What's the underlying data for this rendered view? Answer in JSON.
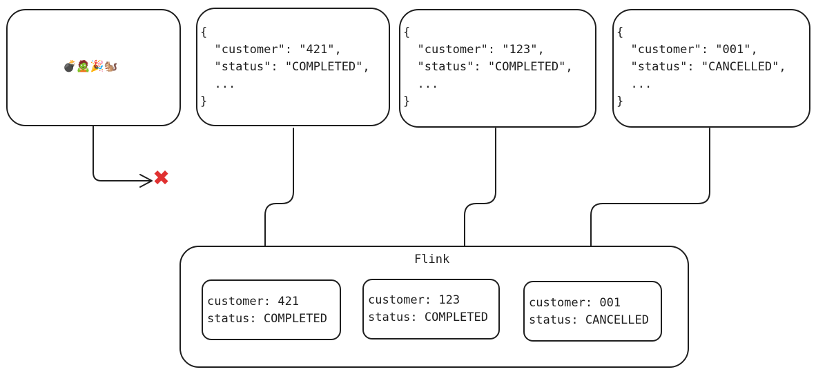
{
  "poison_message": {
    "emoji": "💣🧟🎉🐿️"
  },
  "messages": [
    {
      "open": "{",
      "customer_line": "  \"customer\": \"421\",",
      "status_line": "  \"status\": \"COMPLETED\",",
      "ellipsis": "  ...",
      "close": "}"
    },
    {
      "open": "{",
      "customer_line": "  \"customer\": \"123\",",
      "status_line": "  \"status\": \"COMPLETED\",",
      "ellipsis": "  ...",
      "close": "}"
    },
    {
      "open": "{",
      "customer_line": "  \"customer\": \"001\",",
      "status_line": "  \"status\": \"CANCELLED\",",
      "ellipsis": "  ...",
      "close": "}"
    }
  ],
  "flink": {
    "label": "Flink",
    "records": [
      {
        "customer": "customer: 421",
        "status": "status: COMPLETED"
      },
      {
        "customer": "customer: 123",
        "status": "status: COMPLETED"
      },
      {
        "customer": "customer: 001",
        "status": "status: CANCELLED"
      }
    ]
  },
  "rejected_marker": "✖",
  "colors": {
    "stroke": "#1e1e1e",
    "reject": "#e03131"
  }
}
